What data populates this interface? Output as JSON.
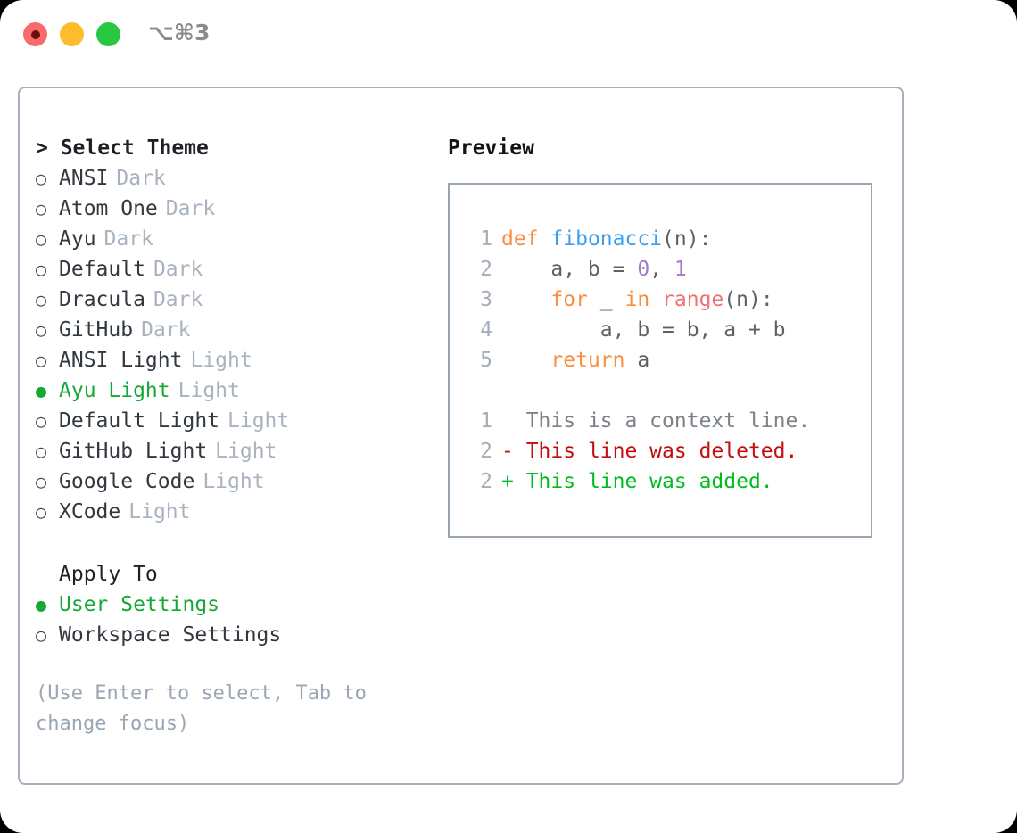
{
  "titlebar": {
    "shortcut": "⌥⌘3",
    "lights": [
      "close-red",
      "minimize-yellow",
      "maximize-green"
    ]
  },
  "theme_section": {
    "header": "> Select Theme",
    "options": [
      {
        "marker": "○",
        "label": "ANSI",
        "badge": "Dark",
        "selected": false
      },
      {
        "marker": "○",
        "label": "Atom One",
        "badge": "Dark",
        "selected": false
      },
      {
        "marker": "○",
        "label": "Ayu",
        "badge": "Dark",
        "selected": false
      },
      {
        "marker": "○",
        "label": "Default",
        "badge": "Dark",
        "selected": false
      },
      {
        "marker": "○",
        "label": "Dracula",
        "badge": "Dark",
        "selected": false
      },
      {
        "marker": "○",
        "label": "GitHub",
        "badge": "Dark",
        "selected": false
      },
      {
        "marker": "○",
        "label": "ANSI Light",
        "badge": "Light",
        "selected": false
      },
      {
        "marker": "●",
        "label": "Ayu Light",
        "badge": "Light",
        "selected": true
      },
      {
        "marker": "○",
        "label": "Default Light",
        "badge": "Light",
        "selected": false
      },
      {
        "marker": "○",
        "label": "GitHub Light",
        "badge": "Light",
        "selected": false
      },
      {
        "marker": "○",
        "label": "Google Code",
        "badge": "Light",
        "selected": false
      },
      {
        "marker": "○",
        "label": "XCode",
        "badge": "Light",
        "selected": false
      }
    ]
  },
  "apply_section": {
    "header": "Apply To",
    "options": [
      {
        "marker": "●",
        "label": "User Settings",
        "selected": true
      },
      {
        "marker": "○",
        "label": "Workspace Settings",
        "selected": false
      }
    ]
  },
  "hint": "(Use Enter to select, Tab to change focus)",
  "preview": {
    "title": "Preview",
    "code_lines": [
      {
        "num": "1",
        "tokens": [
          {
            "t": "def",
            "c": "kw"
          },
          {
            "t": " ",
            "c": "plain"
          },
          {
            "t": "fibonacci",
            "c": "fn"
          },
          {
            "t": "(n):",
            "c": "punc"
          }
        ]
      },
      {
        "num": "2",
        "tokens": [
          {
            "t": "    a, b = ",
            "c": "plain"
          },
          {
            "t": "0",
            "c": "num"
          },
          {
            "t": ", ",
            "c": "plain"
          },
          {
            "t": "1",
            "c": "num"
          }
        ]
      },
      {
        "num": "3",
        "tokens": [
          {
            "t": "    ",
            "c": "plain"
          },
          {
            "t": "for",
            "c": "kw"
          },
          {
            "t": " _ ",
            "c": "plain"
          },
          {
            "t": "in",
            "c": "kw"
          },
          {
            "t": " ",
            "c": "plain"
          },
          {
            "t": "range",
            "c": "builtin"
          },
          {
            "t": "(n):",
            "c": "punc"
          }
        ]
      },
      {
        "num": "4",
        "tokens": [
          {
            "t": "        a, b = b, a + b",
            "c": "plain"
          }
        ]
      },
      {
        "num": "5",
        "tokens": [
          {
            "t": "    ",
            "c": "plain"
          },
          {
            "t": "return",
            "c": "kw"
          },
          {
            "t": " a",
            "c": "plain"
          }
        ]
      }
    ],
    "diff_lines": [
      {
        "num": "1",
        "prefix": "  ",
        "text": "This is a context line.",
        "kind": "ctx"
      },
      {
        "num": "2",
        "prefix": "- ",
        "text": "This line was deleted.",
        "kind": "del"
      },
      {
        "num": "2",
        "prefix": "+ ",
        "text": "This line was added.",
        "kind": "add"
      }
    ]
  },
  "colors": {
    "accent_green": "#16a835",
    "badge_gray": "#a9b3bf",
    "border": "#a7b0bd",
    "keyword": "#fa8d3e",
    "function": "#3aa0f2",
    "number": "#a37acc",
    "builtin": "#f07171",
    "diff_add": "#00bd1e",
    "diff_del": "#c40d0d"
  }
}
